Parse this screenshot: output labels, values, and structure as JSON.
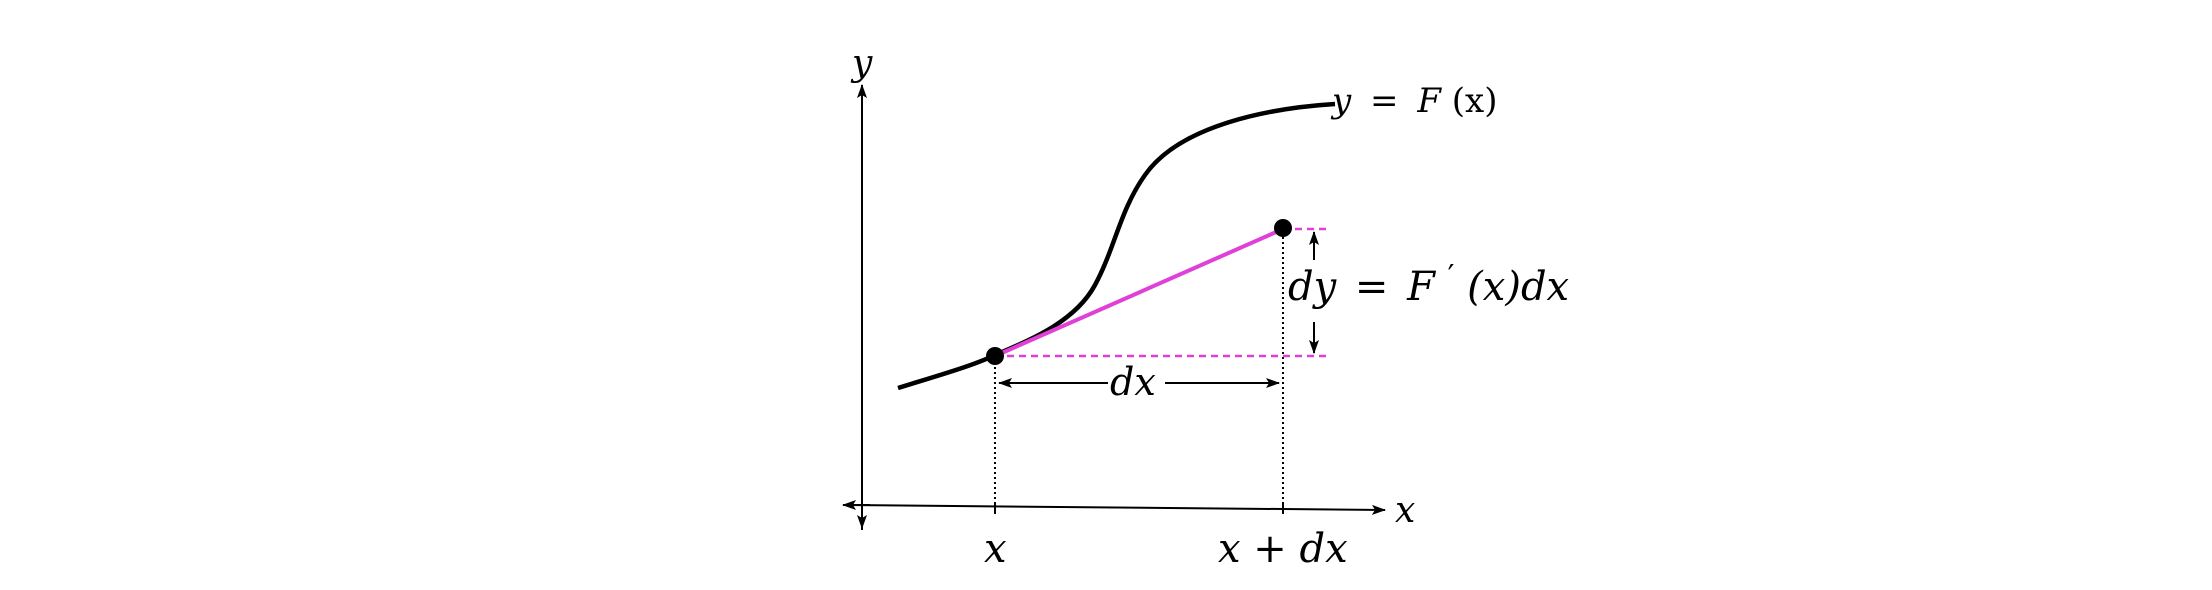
{
  "diagram": {
    "colors": {
      "curve": "#000000",
      "axes": "#000000",
      "tangent": "#e040d8",
      "guide_dotted": "#000000",
      "dashed": "#e040d8",
      "point": "#000000"
    },
    "labels": {
      "y_axis": "y",
      "x_axis": "x",
      "curve_y": "y",
      "curve_eq": "=",
      "curve_F": "F",
      "curve_arg": "(x)",
      "dx": "dx",
      "dy_left": "dy",
      "dy_eq": "=",
      "dy_F": "F",
      "dy_prime": "′",
      "dy_rest": "(x)dx",
      "tick_x": "x",
      "tick_xdx_1": "x",
      "tick_xdx_plus": "+",
      "tick_xdx_2": "dx"
    },
    "icons": {
      "point_left": "filled-circle",
      "point_right": "filled-circle"
    }
  }
}
